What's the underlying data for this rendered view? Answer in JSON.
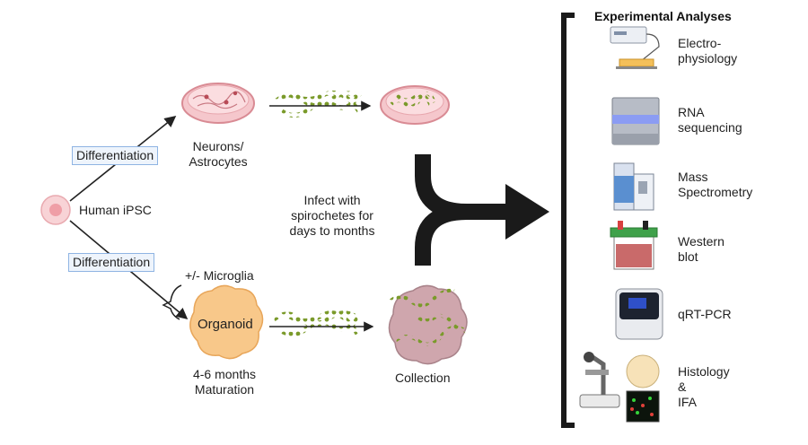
{
  "labels": {
    "human_ipsc": "Human iPSC",
    "differentiation_top": "Differentiation",
    "differentiation_bottom": "Differentiation",
    "neurons_line1": "Neurons/",
    "neurons_line2": "Astrocytes",
    "infect_line1": "Infect with",
    "infect_line2": "spirochetes for",
    "infect_line3": "days to months",
    "microglia": "+/- Microglia",
    "organoid": "Organoid",
    "maturation_line1": "4-6 months",
    "maturation_line2": "Maturation",
    "collection": "Collection"
  },
  "analyses": {
    "title": "Experimental Analyses",
    "items": [
      {
        "lines": [
          "Electro-",
          "physiology"
        ],
        "icon": "electrophysiology-rig-icon"
      },
      {
        "lines": [
          "RNA",
          "sequencing"
        ],
        "icon": "sequencer-icon"
      },
      {
        "lines": [
          "Mass",
          "Spectrometry"
        ],
        "icon": "mass-spectrometer-icon"
      },
      {
        "lines": [
          "Western",
          "blot"
        ],
        "icon": "western-blot-tank-icon"
      },
      {
        "lines": [
          "qRT-PCR"
        ],
        "icon": "pcr-machine-icon"
      },
      {
        "lines": [
          "Histology",
          "&",
          "IFA"
        ],
        "icon": "microscope-icon"
      }
    ]
  },
  "colors": {
    "spirochete": "#7a9a2a",
    "dish": "#f2b8bf",
    "organoid": "#f8c88a",
    "infected_organoid": "#cfa6ad",
    "label_box_border": "#8fb4e3",
    "big_arrow": "#1a1a1a"
  }
}
